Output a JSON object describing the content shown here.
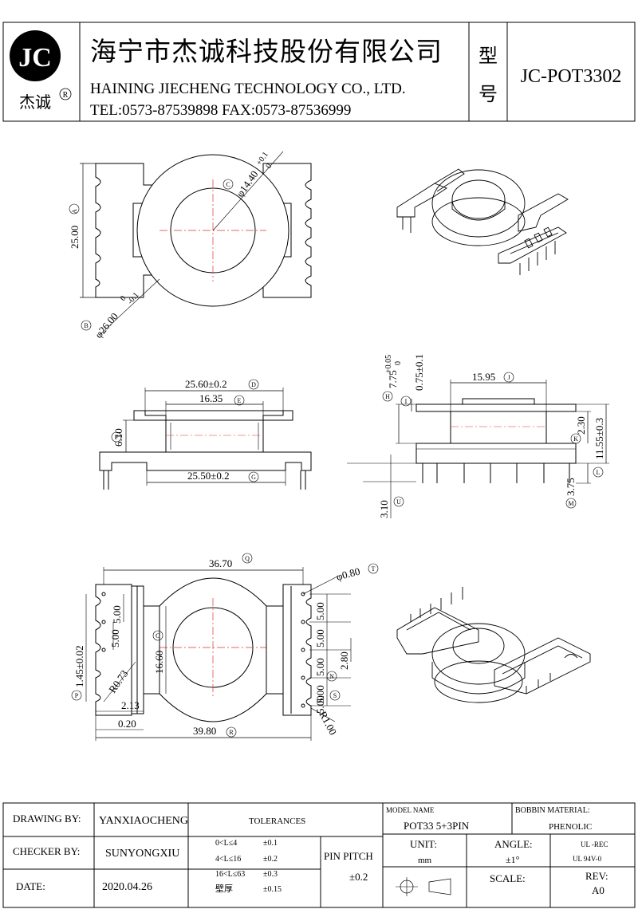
{
  "header": {
    "logo_text": "JC",
    "logo_cn": "杰诚",
    "logo_reg": "R",
    "company_cn": "海宁市杰诚科技股份有限公司",
    "company_en": "HAINING JIECHENG TECHNOLOGY CO., LTD.",
    "contact": "TEL:0573-87539898  FAX:0573-87536999",
    "type_label_1": "型",
    "type_label_2": "号",
    "model_code": "JC-POT3302"
  },
  "dims": {
    "top_dia_inner": "φ14.40",
    "top_dia_inner_tol": "+0.1",
    "top_dia_inner_tol2": "0",
    "top_dia_inner_ref": "C",
    "top_height": "25.00",
    "top_height_ref": "A",
    "top_dia_outer": "φ26.00",
    "top_dia_outer_tol": "-0.1",
    "top_dia_outer_tol2": "0",
    "top_dia_outer_ref": "B",
    "side_w_top": "25.60±0.2",
    "side_w_top_ref": "D",
    "side_w_core": "16.35",
    "side_w_core_ref": "E",
    "side_h_core": "6.10",
    "side_h_core_ref": "F",
    "side_w_bottom": "25.50±0.2",
    "side_w_bottom_ref": "G",
    "r_h_total": "7.75",
    "r_h_total_tol": "+0.05",
    "r_h_total_tol2": "0",
    "r_h_total_ref": "H",
    "r_flange": "0.75±0.1",
    "r_flange_ref": "I",
    "r_w_core": "15.95",
    "r_w_core_ref": "J",
    "r_gap": "2.30",
    "r_gap_ref": "K",
    "r_h_all": "11.55±0.3",
    "r_h_all_ref": "L",
    "r_pin": "3.75",
    "r_pin_ref": "M",
    "r_pin2": "3.10",
    "r_pin2_ref": "U",
    "b_width": "36.70",
    "b_width_ref": "Q",
    "b_pin_dia": "φ0.80",
    "b_pin_dia_ref": "T",
    "b_left_pitch1": "5.00",
    "b_left_pitch2": "5.00",
    "b_left_offset": "1.45±0.02",
    "b_left_offset_ref": "P",
    "b_r073": "R0.73",
    "b_213": "2.13",
    "b_020": "0.20",
    "b_core": "16.60",
    "b_core_ref": "O",
    "b_total": "39.80",
    "b_total_ref": "R",
    "b_right_p1": "5.00",
    "b_right_p2": "5.00",
    "b_right_p3": "5.00",
    "b_right_p4": "5.00",
    "b_right_p5": "5.00",
    "b_280": "2.80",
    "b_280_ref": "N",
    "b_s_ref": "S",
    "b_r1": "R1.00"
  },
  "table": {
    "drawing_label": "DRAWING  BY:",
    "drawing_value": "YANXIAOCHENG",
    "checker_label": "CHECKER  BY:",
    "checker_value": "SUNYONGXIU",
    "date_label": "DATE:",
    "date_value": "2020.04.26",
    "tolerances_label": "TOLERANCES",
    "tol_row1_range": "0<L≤4",
    "tol_row1_val": "±0.1",
    "tol_row2_range": "4<L≤16",
    "tol_row2_val": "±0.2",
    "tol_row3_range": "16<L≤63",
    "tol_row3_val": "±0.3",
    "tol_row4_range": "壁厚",
    "tol_row4_val": "±0.15",
    "pin_pitch_label": "PIN PITCH",
    "pin_pitch_val": "±0.2",
    "model_name_label": "MODEL NAME",
    "model_name_value": "POT33  5+3PIN",
    "bobbin_label": "BOBBIN MATERIAL:",
    "bobbin_value": "PHENOLIC",
    "unit_label": "UNIT:",
    "unit_value": "mm",
    "angle_label": "ANGLE:",
    "angle_value": "±1°",
    "ul_1": "UL -REC",
    "ul_2": "UL  94V-0",
    "scale_label": "SCALE:",
    "rev_label": "REV:",
    "rev_value": "A0"
  }
}
